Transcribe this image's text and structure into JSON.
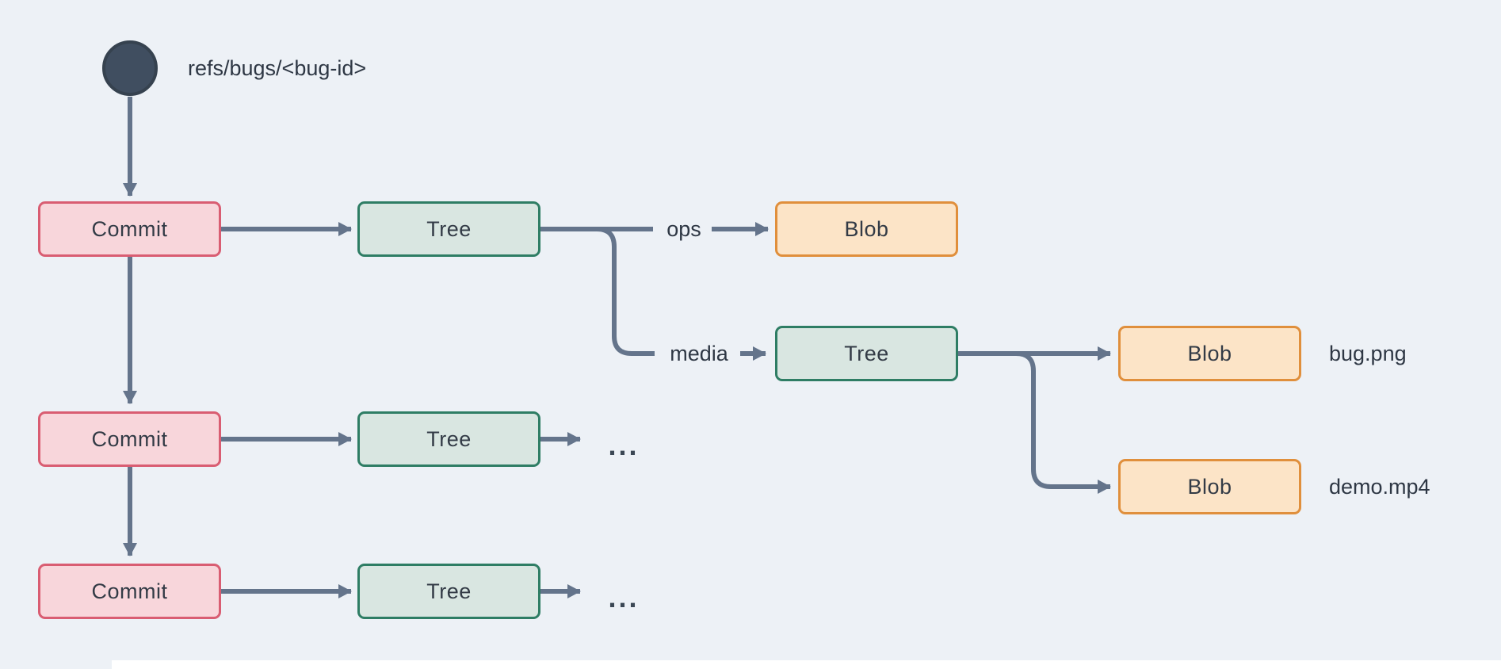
{
  "ref": {
    "label": "refs/bugs/<bug-id>"
  },
  "nodes": {
    "commit1": "Commit",
    "tree1": "Tree",
    "blob_ops": "Blob",
    "tree_media": "Tree",
    "blob_bug": "Blob",
    "blob_demo": "Blob",
    "commit2": "Commit",
    "tree2": "Tree",
    "commit3": "Commit",
    "tree3": "Tree"
  },
  "edge_labels": {
    "ops": "ops",
    "media": "media"
  },
  "file_labels": {
    "bug": "bug.png",
    "demo": "demo.mp4"
  },
  "ellipsis": {
    "row2": "...",
    "row3": "..."
  },
  "colors": {
    "background": "#edf1f6",
    "arrow": "#64748b",
    "ref_circle": "#404e60",
    "commit_fill": "#f8d6db",
    "commit_border": "#d95d72",
    "tree_fill": "#d9e6e1",
    "tree_border": "#2e7d64",
    "blob_fill": "#fce4c7",
    "blob_border": "#e08f3c",
    "text": "#2e3744"
  }
}
